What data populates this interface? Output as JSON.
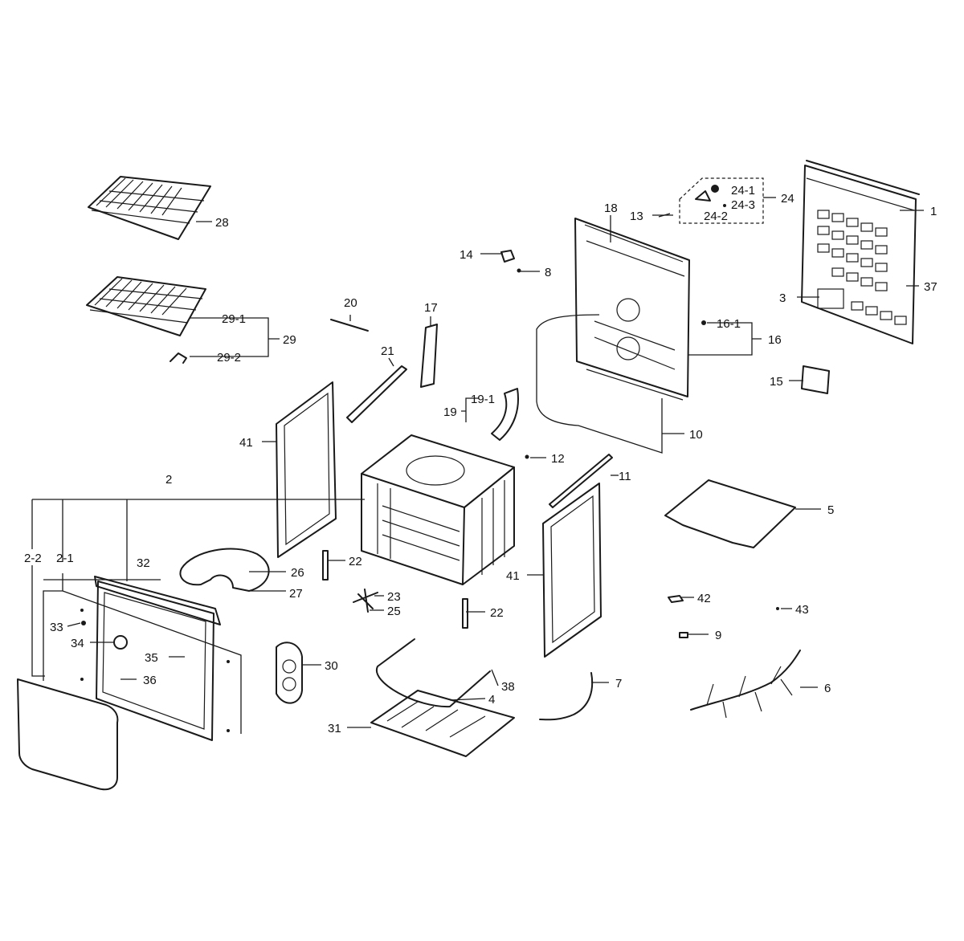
{
  "labels": {
    "p1": "1",
    "p2": "2",
    "p2_1": "2-1",
    "p2_2": "2-2",
    "p3": "3",
    "p4": "4",
    "p5": "5",
    "p6": "6",
    "p7": "7",
    "p8": "8",
    "p9": "9",
    "p10": "10",
    "p11": "11",
    "p12": "12",
    "p13": "13",
    "p14": "14",
    "p15": "15",
    "p16": "16",
    "p16_1": "16-1",
    "p17": "17",
    "p18": "18",
    "p19": "19",
    "p19_1": "19-1",
    "p20": "20",
    "p21": "21",
    "p22a": "22",
    "p22b": "22",
    "p23": "23",
    "p24": "24",
    "p24_1": "24-1",
    "p24_2": "24-2",
    "p24_3": "24-3",
    "p25": "25",
    "p26": "26",
    "p27": "27",
    "p28": "28",
    "p29": "29",
    "p29_1": "29-1",
    "p29_2": "29-2",
    "p30": "30",
    "p31": "31",
    "p32": "32",
    "p33": "33",
    "p34": "34",
    "p35": "35",
    "p36": "36",
    "p37": "37",
    "p38": "38",
    "p41a": "41",
    "p41b": "41",
    "p42": "42",
    "p43": "43"
  }
}
